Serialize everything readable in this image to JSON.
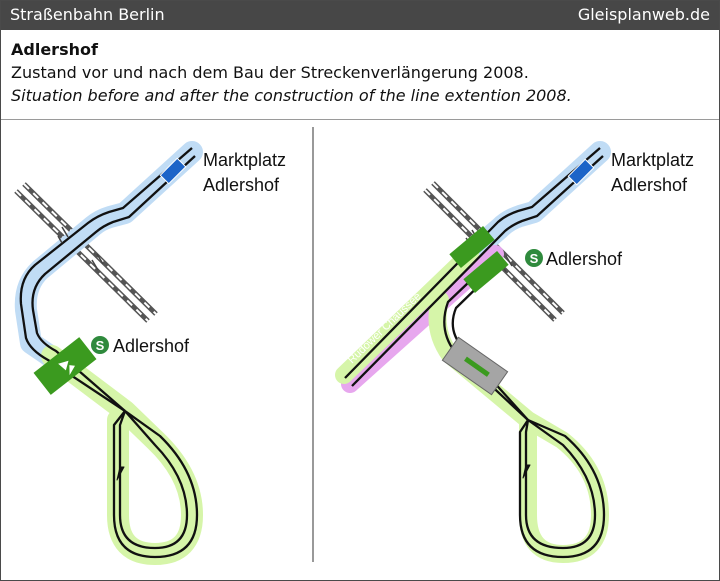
{
  "topbar": {
    "left": "Straßenbahn Berlin",
    "right": "Gleisplanweb.de"
  },
  "header": {
    "title": "Adlershof",
    "subtitle_de": "Zustand vor und nach dem Bau der Streckenverlängerung 2008.",
    "subtitle_en": "Situation before and after the construction of the line extention 2008."
  },
  "left": {
    "stop_line1": "Marktplatz",
    "stop_line2": "Adlershof",
    "s_label": "Adlershof",
    "s_symbol": "S"
  },
  "right": {
    "stop_line1": "Marktplatz",
    "stop_line2": "Adlershof",
    "s_label": "Adlershof",
    "s_symbol": "S",
    "road": "Rudower Chaussee"
  },
  "colors": {
    "blue_area": "#c0dcf5",
    "green_area": "#d6f5a9",
    "pink_area": "#e7a7ee",
    "stop_blue": "#1c64c8",
    "stop_green": "#3b9a1f",
    "stop_gray": "#a5a5a5",
    "s_bahn": "#2f8a3d"
  }
}
